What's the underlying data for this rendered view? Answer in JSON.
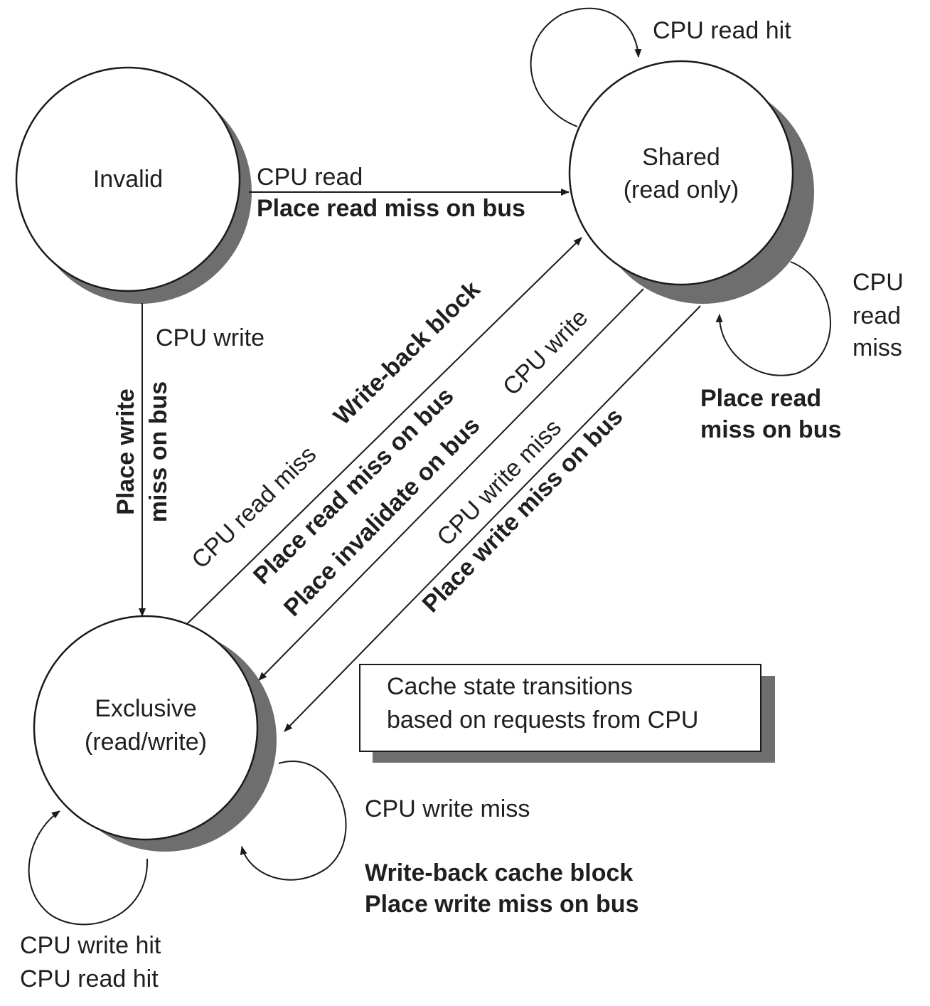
{
  "states": {
    "invalid": {
      "label": "Invalid"
    },
    "shared": {
      "line1": "Shared",
      "line2": "(read only)"
    },
    "exclusive": {
      "line1": "Exclusive",
      "line2": "(read/write)"
    }
  },
  "transitions": {
    "shared_self_read_hit": {
      "label": "CPU read hit"
    },
    "invalid_to_shared": {
      "event": "CPU read",
      "action": "Place read miss on bus"
    },
    "shared_self_read_miss": {
      "event_line1": "CPU",
      "event_line2": "read",
      "event_line3": "miss",
      "action_line1": "Place read",
      "action_line2": "miss on bus"
    },
    "invalid_to_exclusive": {
      "event": "CPU write",
      "action_line1": "Place write",
      "action_line2": "miss on bus"
    },
    "exclusive_to_shared": {
      "event": "CPU read miss",
      "action1": "Write-back block",
      "action2": "Place read miss on bus"
    },
    "shared_to_exclusive_write": {
      "event": "CPU write",
      "action": "Place invalidate on bus"
    },
    "shared_to_exclusive_write_miss": {
      "event": "CPU write miss",
      "action": "Place write miss on bus"
    },
    "exclusive_self_write_miss": {
      "event": "CPU write miss",
      "action_line1": "Write-back cache block",
      "action_line2": "Place write miss on bus"
    },
    "exclusive_self_hits": {
      "line1": "CPU write hit",
      "line2": "CPU read hit"
    }
  },
  "legend": {
    "line1": "Cache state transitions",
    "line2": "based on requests from CPU"
  },
  "colors": {
    "line": "#1a1a1a",
    "shadow": "#6e6e6e",
    "text": "#1f1f1f"
  }
}
